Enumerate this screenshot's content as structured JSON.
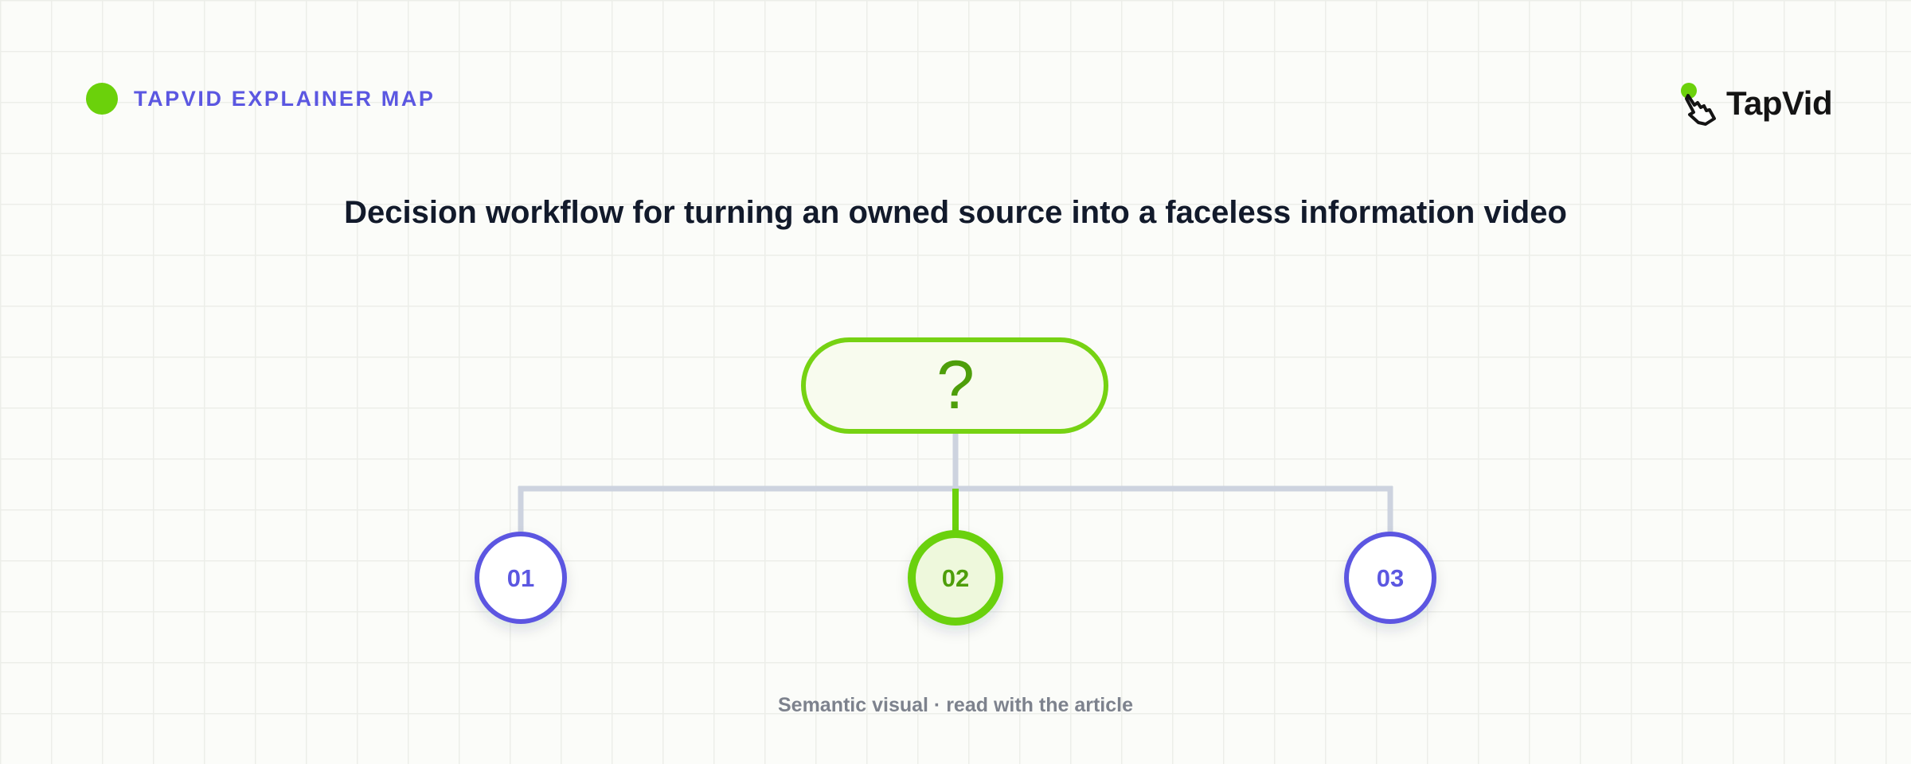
{
  "header": {
    "brand_label": "TAPVID EXPLAINER MAP",
    "logo_text": "TapVid"
  },
  "title": "Decision workflow for turning an owned source into a faceless information video",
  "diagram": {
    "decision_label": "?",
    "options": [
      {
        "label": "01",
        "highlighted": false
      },
      {
        "label": "02",
        "highlighted": true
      },
      {
        "label": "03",
        "highlighted": false
      }
    ]
  },
  "footer": "Semantic visual · read with the article",
  "colors": {
    "accent_green": "#6bd10b",
    "dark_green": "#4e9e0a",
    "accent_indigo": "#5b57e1",
    "connector_gray": "#cdd3df",
    "title_text": "#121a2b",
    "muted_text": "#7d828d"
  },
  "icons": [
    "tapvid-logo-icon",
    "hand-pointer-icon"
  ]
}
